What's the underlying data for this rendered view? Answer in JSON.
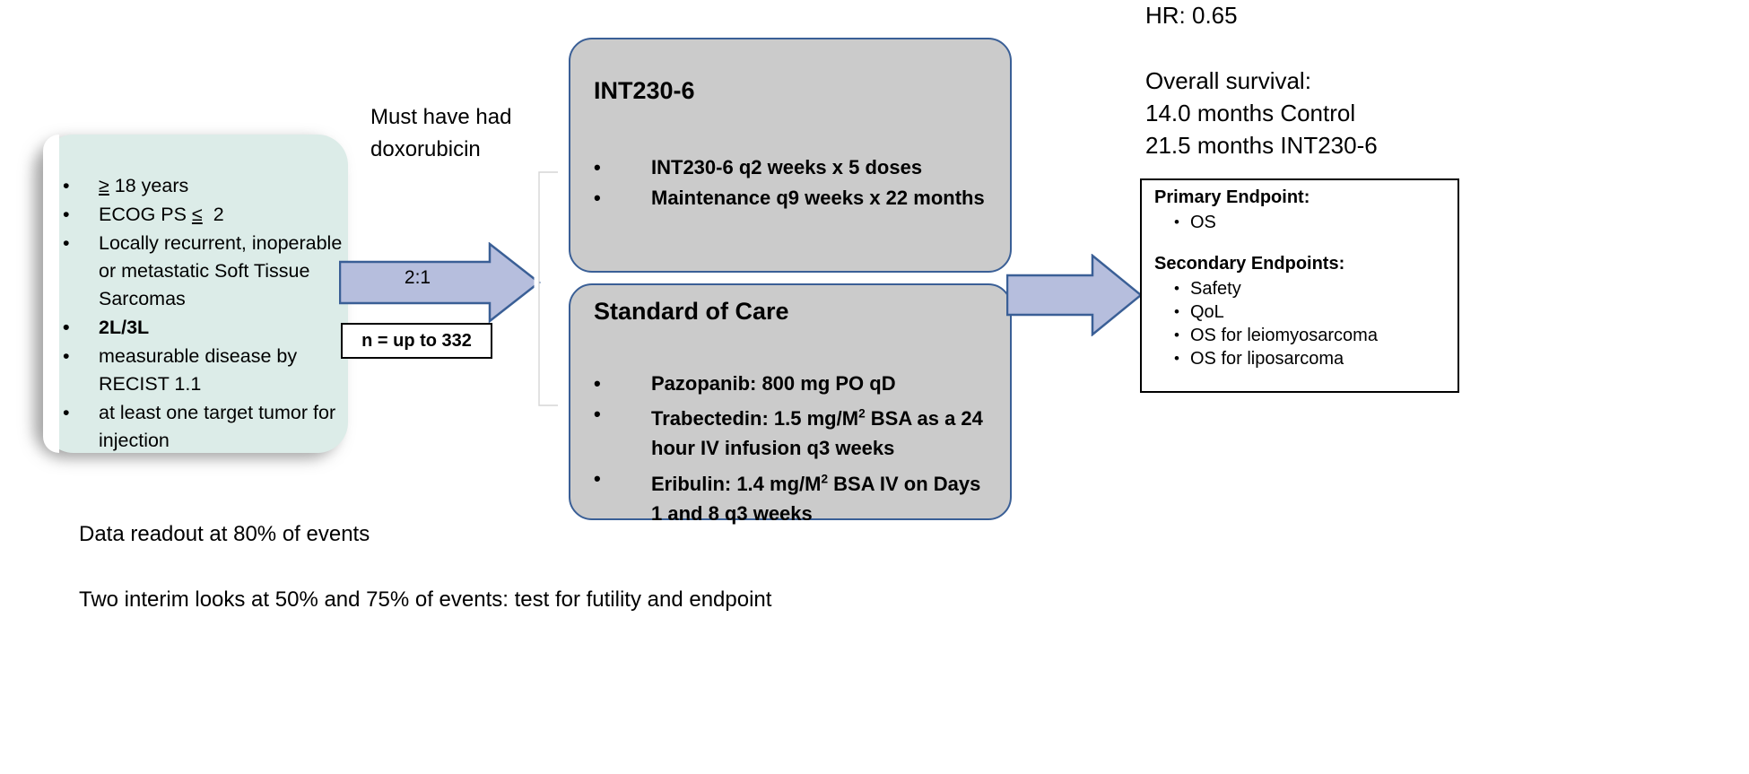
{
  "eligibility": {
    "items": [
      {
        "text": "≥ 18 years",
        "bold": false
      },
      {
        "text": "ECOG PS ≤  2",
        "bold": false
      },
      {
        "text": "Locally recurrent, inoperable or metastatic Soft Tissue Sarcomas",
        "bold": false
      },
      {
        "text": "2L/3L",
        "bold": true
      },
      {
        "text": "measurable disease by RECIST  1.1",
        "bold": false
      },
      {
        "text": "at least one target tumor for injection",
        "bold": false
      }
    ]
  },
  "middle": {
    "prior_therapy_note": "Must have had doxorubicin",
    "randomization_ratio": "2:1",
    "sample_size": "n = up to 332"
  },
  "arms": {
    "int230": {
      "title": "INT230-6",
      "items": [
        "INT230-6 q2 weeks  x 5 doses",
        "Maintenance q9 weeks x 22 months"
      ]
    },
    "soc": {
      "title": "Standard of Care",
      "items": [
        "Pazopanib:  800 mg PO qD",
        "Trabectedin: 1.5 mg/M2 BSA as a 24 hour IV infusion q3 weeks",
        "Eribulin: 1.4 mg/M2 BSA IV on Days 1 and 8 q3 weeks"
      ]
    }
  },
  "results": {
    "hazard_ratio": "HR: 0.65",
    "survival_heading": "Overall survival:",
    "survival_control": "14.0 months Control",
    "survival_treatment": "21.5 months INT230-6"
  },
  "endpoints": {
    "primary_heading": "Primary Endpoint:",
    "primary_items": [
      "OS"
    ],
    "secondary_heading": "Secondary Endpoints:",
    "secondary_items": [
      "Safety",
      "QoL",
      "OS for leiomyosarcoma",
      "OS for liposarcoma"
    ]
  },
  "footnotes": {
    "readout": "Data readout  at 80% of events",
    "interim": "Two interim looks at 50% and 75% of events:  test for futility and endpoint"
  },
  "colors": {
    "eligibility_fill": "#dcece8",
    "arm_fill": "#cbcbcb",
    "arm_border": "#3a5f96",
    "arrow_fill": "#b6bedd",
    "arrow_border": "#3a5f96"
  }
}
